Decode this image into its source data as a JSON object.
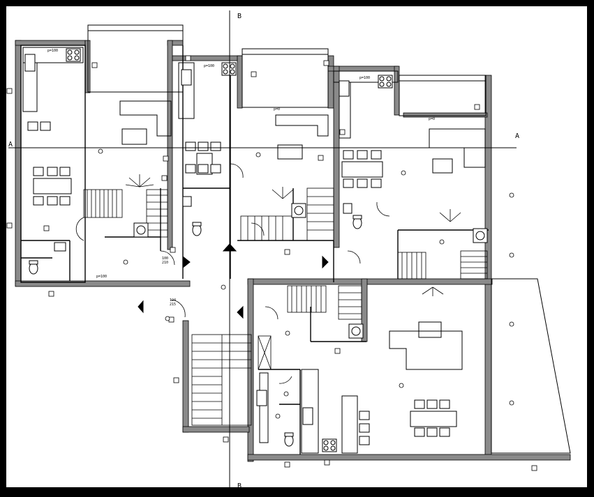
{
  "section_marks": {
    "a_right": "A",
    "a_left": "A",
    "b_top": "B",
    "b_bottom": "B"
  },
  "labels": {
    "p100_a": "p=100",
    "p100_b": "p=100",
    "p100_c": "p=100",
    "p100_d": "p=100",
    "p0_a": "p=0",
    "p0_b": "p=0",
    "door_124": "124",
    "door_215": "215",
    "dim_100": "100",
    "dim_210": "210"
  },
  "colors": {
    "paper": "#ffffff",
    "ink": "#000000",
    "wall": "#7a7a7a",
    "frame": "#000000"
  }
}
